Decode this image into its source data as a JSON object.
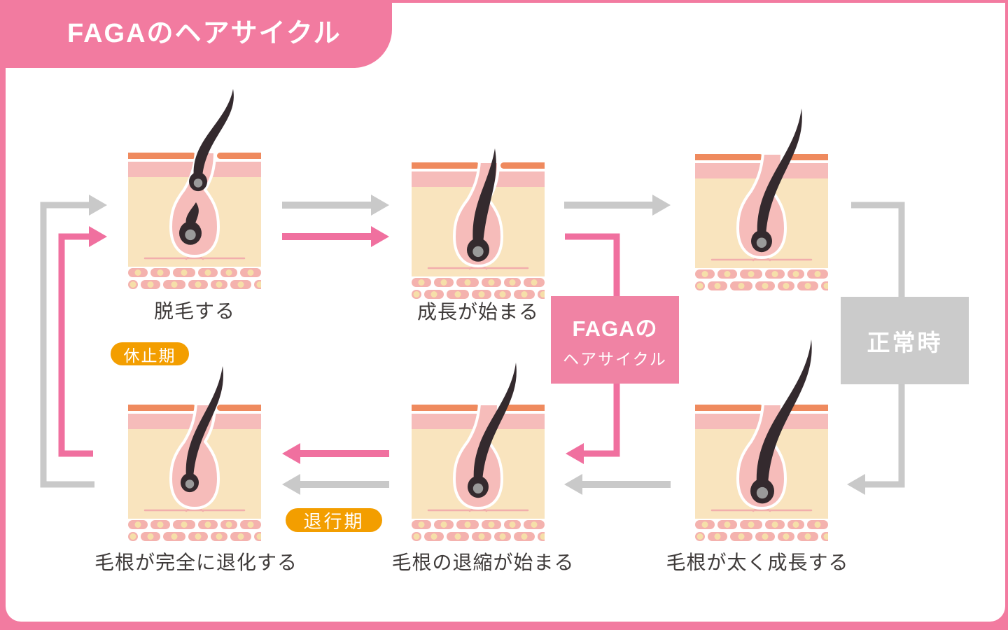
{
  "header": {
    "title": "FAGAのヘアサイクル"
  },
  "center_labels": {
    "faga_box": {
      "line1": "FAGAの",
      "line2": "ヘアサイクル"
    },
    "normal_box": {
      "label": "正常時"
    }
  },
  "phase_badges": {
    "resting": {
      "label": "休止期"
    },
    "regression": {
      "label": "退行期"
    }
  },
  "stages": [
    {
      "name": "shedding",
      "label": "脱毛する"
    },
    {
      "name": "growth-start",
      "label": "成長が始まる"
    },
    {
      "name": "hair-grown",
      "label": ""
    },
    {
      "name": "thick-growth",
      "label": "毛根が太く成長する"
    },
    {
      "name": "regression-start",
      "label": "毛根の退縮が始まる"
    },
    {
      "name": "complete-regression",
      "label": "毛根が完全に退化する"
    }
  ],
  "colors": {
    "frame_pink": "#F27BA0",
    "faga_box_pink": "#F083A4",
    "arrow_pink": "#F0709F",
    "arrow_gray": "#C9C9C9",
    "normal_box_gray": "#CBCBCB",
    "badge_orange": "#F39E00",
    "skin_surface_orange": "#EF8A5E",
    "epidermis_pink": "#F6BCBA",
    "dermis_cream": "#F9E4BE",
    "fat_cell_pink": "#F4B2AE",
    "fat_dot_cream": "#F6DFA9",
    "hair_dark": "#342A2E",
    "bulb_gray": "#9A9A9A",
    "root_line_pink": "#F2AEAC",
    "caption_dark": "#3F3B3A"
  }
}
